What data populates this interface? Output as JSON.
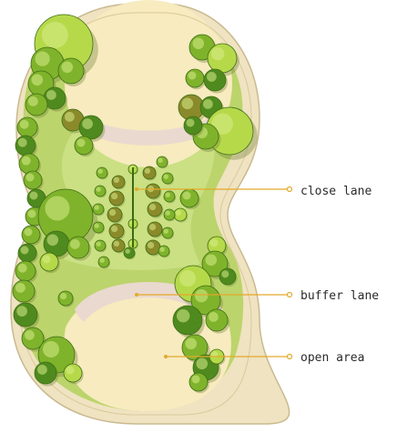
{
  "callouts": {
    "close_lane": "close lane",
    "buffer_lane": "buffer lane",
    "open_area": "open area"
  },
  "colors": {
    "canvas": "#ffffff",
    "outer_ring": "#efe3c1",
    "lawn": "#b9d36a",
    "lawn_light": "#cfe08a",
    "lane_cream": "#f7ebbf",
    "path_pink": "#ead9cf",
    "tree_dark": "#4f8a1e",
    "tree_mid": "#7fb32b",
    "tree_light": "#b6d94a",
    "tree_olive": "#8b8a2a",
    "leader_line": "#e3a92a"
  },
  "icons": {
    "trees": "tree-canopy-icon",
    "leader_dot": "leader-dot-icon"
  }
}
